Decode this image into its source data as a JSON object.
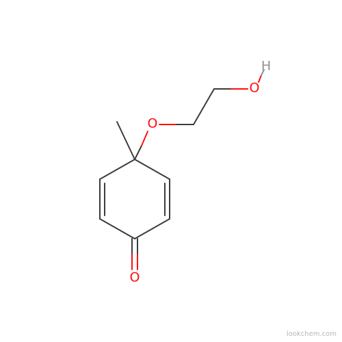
{
  "molecule": {
    "atom_labels": {
      "hydroxyl_h": "H",
      "hydroxyl_o": "O",
      "ether_o": "O",
      "carbonyl_o": "O"
    },
    "colors": {
      "carbon_bond": "#3b3b3b",
      "oxygen": "#ff0d0d",
      "hydrogen": "#909090"
    }
  },
  "watermark": {
    "text": "lookchem.com"
  }
}
